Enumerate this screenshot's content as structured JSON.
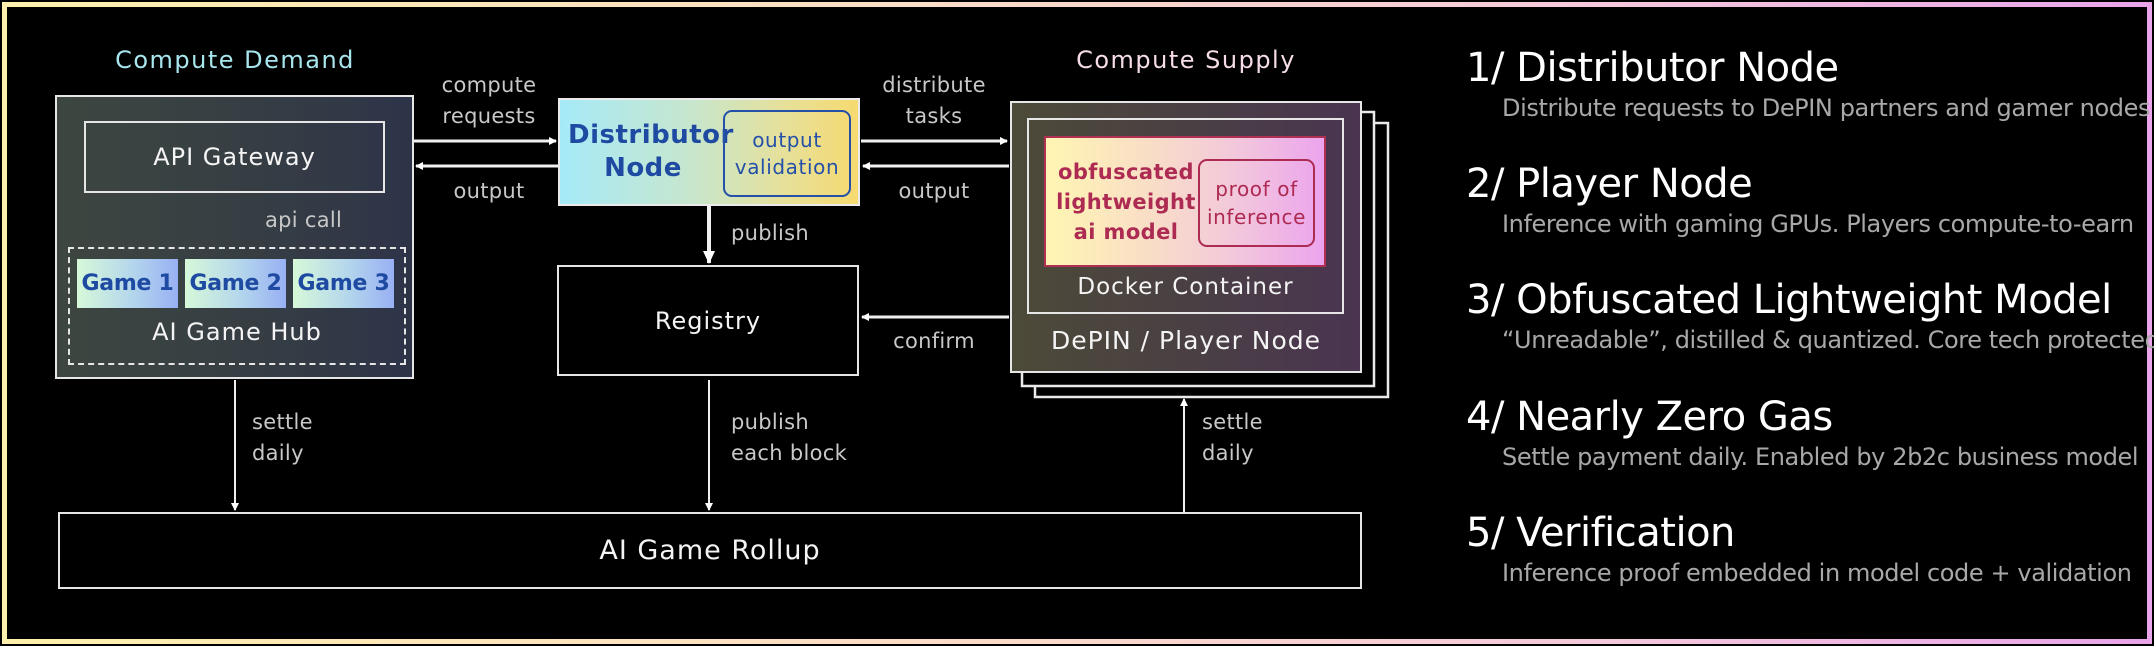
{
  "diagram": {
    "demand": {
      "section_title": "Compute Demand",
      "api_gateway": "API Gateway",
      "api_call_label": "api call",
      "games": [
        "Game 1",
        "Game 2",
        "Game 3"
      ],
      "hub_label": "AI Game Hub"
    },
    "distributor": {
      "title_line1": "Distributor",
      "title_line2": "Node",
      "validation_line1": "output",
      "validation_line2": "validation"
    },
    "registry": {
      "label": "Registry"
    },
    "supply": {
      "section_title": "Compute Supply",
      "model_line1": "obfuscated",
      "model_line2": "lightweight",
      "model_line3": "ai model",
      "proof_line1": "proof of",
      "proof_line2": "inference",
      "docker_label": "Docker Container",
      "node_label": "DePIN / Player Node"
    },
    "rollup": {
      "label": "AI Game Rollup"
    },
    "edges": {
      "compute_requests_line1": "compute",
      "compute_requests_line2": "requests",
      "output_left": "output",
      "distribute_tasks_line1": "distribute",
      "distribute_tasks_line2": "tasks",
      "output_right": "output",
      "publish": "publish",
      "confirm": "confirm",
      "settle_left_line1": "settle",
      "settle_left_line2": "daily",
      "publish_block_line1": "publish",
      "publish_block_line2": "each block",
      "settle_right_line1": "settle",
      "settle_right_line2": "daily"
    },
    "colors": {
      "demand_title": "#a8e6ee",
      "supply_title": "#f5dce8",
      "distributor_text": "#1e4aa2",
      "model_text": "#ad2a52",
      "frame_gradient_start": "#fff1ad",
      "frame_gradient_end": "#e9a4ea"
    }
  },
  "features": [
    {
      "heading": "1/ Distributor Node",
      "description": "Distribute requests to DePIN partners and gamer nodes"
    },
    {
      "heading": "2/ Player Node",
      "description": "Inference with gaming GPUs. Players compute-to-earn"
    },
    {
      "heading": "3/ Obfuscated Lightweight Model",
      "description": "“Unreadable”, distilled & quantized. Core tech protected"
    },
    {
      "heading": "4/ Nearly Zero Gas",
      "description": "Settle payment daily. Enabled by 2b2c business model"
    },
    {
      "heading": "5/ Verification",
      "description": "Inference proof embedded in model code + validation"
    }
  ]
}
